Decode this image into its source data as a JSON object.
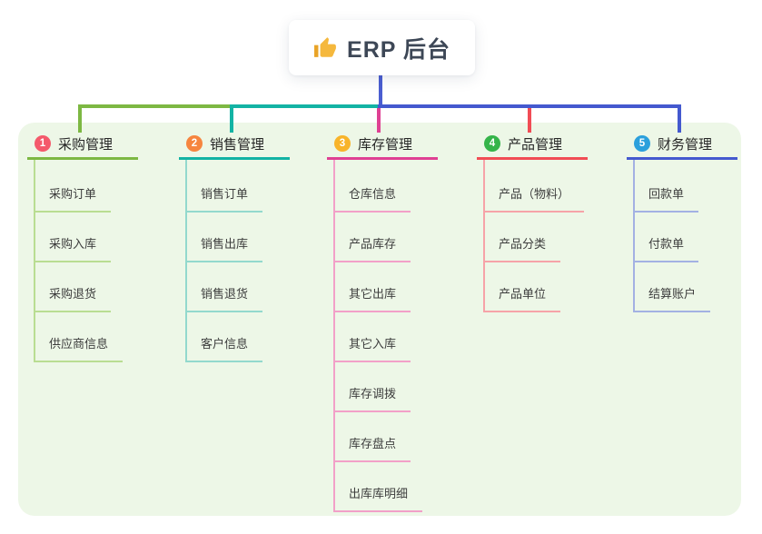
{
  "root": {
    "title": "ERP 后台",
    "icon": "thumbs-up-icon"
  },
  "colors": {
    "panel_bg": "#edf7e7",
    "root_connector": "#4b5ed1",
    "root_text": "#3d4756",
    "thumb_icon": "#f5b83d"
  },
  "branches": [
    {
      "badge": "1",
      "title": "采购管理",
      "color": "#7db843",
      "light": "#b9dd92",
      "badge_color": "#f4596b",
      "children": [
        "采购订单",
        "采购入库",
        "采购退货",
        "供应商信息"
      ]
    },
    {
      "badge": "2",
      "title": "销售管理",
      "color": "#13b3a4",
      "light": "#93d9cd",
      "badge_color": "#f6853f",
      "children": [
        "销售订单",
        "销售出库",
        "销售退货",
        "客户信息"
      ]
    },
    {
      "badge": "3",
      "title": "库存管理",
      "color": "#df4093",
      "light": "#f2a0c8",
      "badge_color": "#f8b42a",
      "children": [
        "仓库信息",
        "产品库存",
        "其它出库",
        "其它入库",
        "库存调拨",
        "库存盘点",
        "出库库明细"
      ]
    },
    {
      "badge": "4",
      "title": "产品管理",
      "color": "#f14c55",
      "light": "#f6a3a8",
      "badge_color": "#35b44a",
      "children": [
        "产品（物料）",
        "产品分类",
        "产品单位"
      ]
    },
    {
      "badge": "5",
      "title": "财务管理",
      "color": "#4459cf",
      "light": "#a3b1e3",
      "badge_color": "#2ba0dc",
      "children": [
        "回款单",
        "付款单",
        "结算账户"
      ]
    }
  ]
}
